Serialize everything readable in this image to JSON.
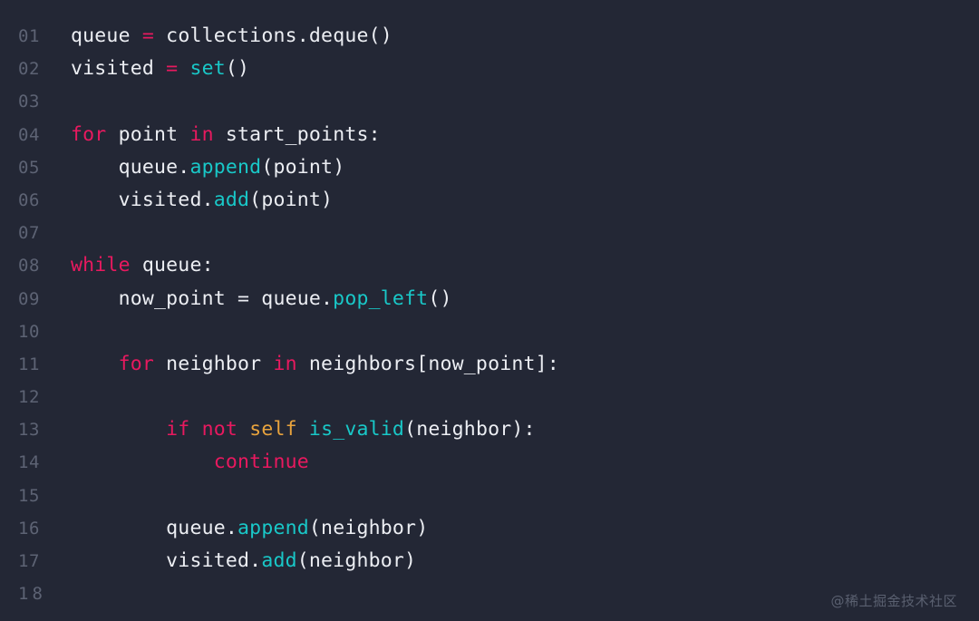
{
  "editor": {
    "background": "#232735",
    "gutter_color": "#5d6374",
    "default_text_color": "#eceef3",
    "language": "python",
    "palette": {
      "keyword": "#e8195f",
      "function": "#19c8c8",
      "self": "#e8a33d",
      "operator": "#e8195f",
      "plain": "#eceef3"
    },
    "lines": [
      {
        "number": "01",
        "tokens": [
          {
            "text": "queue ",
            "type": "plain"
          },
          {
            "text": "=",
            "type": "op"
          },
          {
            "text": " collections.deque()",
            "type": "plain"
          }
        ]
      },
      {
        "number": "02",
        "tokens": [
          {
            "text": "visited ",
            "type": "plain"
          },
          {
            "text": "=",
            "type": "op"
          },
          {
            "text": " ",
            "type": "plain"
          },
          {
            "text": "set",
            "type": "fn"
          },
          {
            "text": "()",
            "type": "plain"
          }
        ]
      },
      {
        "number": "03",
        "tokens": []
      },
      {
        "number": "04",
        "tokens": [
          {
            "text": "for",
            "type": "kw"
          },
          {
            "text": " point ",
            "type": "plain"
          },
          {
            "text": "in",
            "type": "kw"
          },
          {
            "text": " start_points:",
            "type": "plain"
          }
        ]
      },
      {
        "number": "05",
        "tokens": [
          {
            "text": "    queue.",
            "type": "plain"
          },
          {
            "text": "append",
            "type": "fn"
          },
          {
            "text": "(point)",
            "type": "plain"
          }
        ]
      },
      {
        "number": "06",
        "tokens": [
          {
            "text": "    visited.",
            "type": "plain"
          },
          {
            "text": "add",
            "type": "fn"
          },
          {
            "text": "(point)",
            "type": "plain"
          }
        ]
      },
      {
        "number": "07",
        "tokens": []
      },
      {
        "number": "08",
        "tokens": [
          {
            "text": "while",
            "type": "kw"
          },
          {
            "text": " queue:",
            "type": "plain"
          }
        ]
      },
      {
        "number": "09",
        "tokens": [
          {
            "text": "    now_point = queue.",
            "type": "plain"
          },
          {
            "text": "pop_left",
            "type": "fn"
          },
          {
            "text": "()",
            "type": "plain"
          }
        ]
      },
      {
        "number": "10",
        "tokens": []
      },
      {
        "number": "11",
        "tokens": [
          {
            "text": "    ",
            "type": "plain"
          },
          {
            "text": "for",
            "type": "kw"
          },
          {
            "text": " neighbor ",
            "type": "plain"
          },
          {
            "text": "in",
            "type": "kw"
          },
          {
            "text": " neighbors[now_point]:",
            "type": "plain"
          }
        ]
      },
      {
        "number": "12",
        "tokens": []
      },
      {
        "number": "13",
        "tokens": [
          {
            "text": "        ",
            "type": "plain"
          },
          {
            "text": "if not",
            "type": "kw"
          },
          {
            "text": " ",
            "type": "plain"
          },
          {
            "text": "self",
            "type": "self"
          },
          {
            "text": " ",
            "type": "plain"
          },
          {
            "text": "is_valid",
            "type": "fn"
          },
          {
            "text": "(neighbor):",
            "type": "plain"
          }
        ]
      },
      {
        "number": "14",
        "tokens": [
          {
            "text": "            ",
            "type": "plain"
          },
          {
            "text": "continue",
            "type": "kw"
          }
        ]
      },
      {
        "number": "15",
        "tokens": []
      },
      {
        "number": "16",
        "tokens": [
          {
            "text": "        queue.",
            "type": "plain"
          },
          {
            "text": "append",
            "type": "fn"
          },
          {
            "text": "(neighbor)",
            "type": "plain"
          }
        ]
      },
      {
        "number": "17",
        "tokens": [
          {
            "text": "        visited.",
            "type": "plain"
          },
          {
            "text": "add",
            "type": "fn"
          },
          {
            "text": "(neighbor)",
            "type": "plain"
          }
        ]
      },
      {
        "number": "18",
        "tokens": [],
        "wide_number": true
      }
    ]
  },
  "watermark": {
    "text": "@稀土掘金技术社区"
  }
}
